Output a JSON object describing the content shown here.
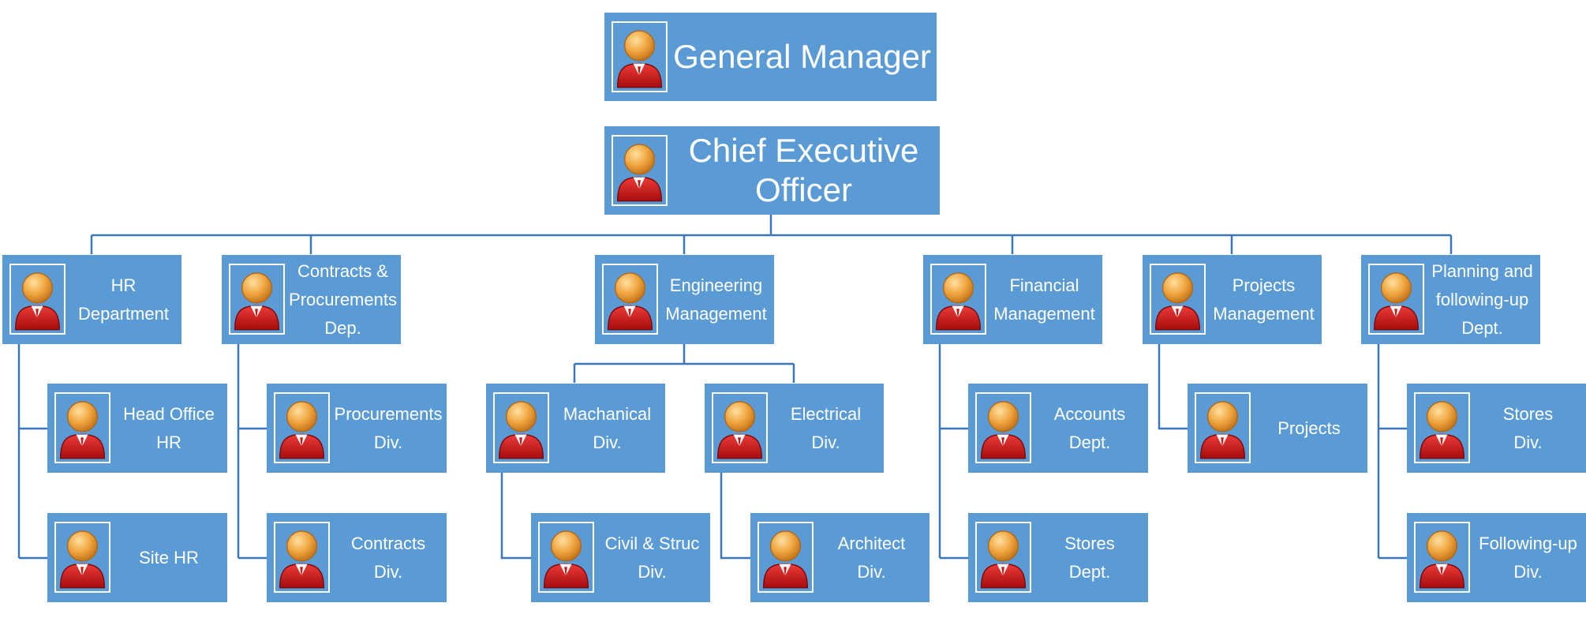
{
  "org": {
    "gm": {
      "lines": [
        "General Manager"
      ]
    },
    "ceo": {
      "lines": [
        "Chief Executive",
        "Officer"
      ]
    },
    "hr": {
      "lines": [
        "HR",
        "Department"
      ]
    },
    "contracts": {
      "lines": [
        "Contracts &",
        "Procurements",
        "Dep."
      ]
    },
    "engineering": {
      "lines": [
        "Engineering",
        "Management"
      ]
    },
    "financial": {
      "lines": [
        "Financial",
        "Management"
      ]
    },
    "projects": {
      "lines": [
        "Projects",
        "Management"
      ]
    },
    "planning": {
      "lines": [
        "Planning and",
        "following-up",
        "Dept."
      ]
    },
    "head_office_hr": {
      "lines": [
        "Head Office",
        "HR"
      ]
    },
    "site_hr": {
      "lines": [
        "Site HR"
      ]
    },
    "procurements_div": {
      "lines": [
        "Procurements",
        "Div."
      ]
    },
    "contracts_div": {
      "lines": [
        "Contracts",
        "Div."
      ]
    },
    "mechanical_div": {
      "lines": [
        "Machanical",
        "Div."
      ]
    },
    "electrical_div": {
      "lines": [
        "Electrical",
        "Div."
      ]
    },
    "civil_div": {
      "lines": [
        "Civil & Struc",
        "Div."
      ]
    },
    "architect_div": {
      "lines": [
        "Architect",
        "Div."
      ]
    },
    "accounts_dept": {
      "lines": [
        "Accounts",
        "Dept."
      ]
    },
    "stores_dept": {
      "lines": [
        "Stores",
        "Dept."
      ]
    },
    "projects_unit": {
      "lines": [
        "Projects"
      ]
    },
    "stores_div": {
      "lines": [
        "Stores",
        "Div."
      ]
    },
    "following_up_div": {
      "lines": [
        "Following-up",
        "Div."
      ]
    }
  },
  "colors": {
    "box": "#5b9bd5",
    "connector": "#3a76b8",
    "text": "#ffffff"
  }
}
